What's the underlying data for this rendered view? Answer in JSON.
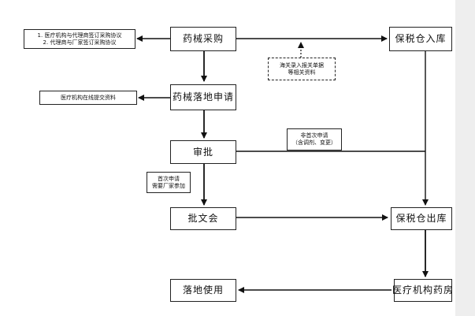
{
  "nodes": {
    "procurement": "药械采购",
    "bonded_entry": "保税仓入库",
    "landing_application": "药械落地申请",
    "approval": "审批",
    "approval_document": "批文会",
    "bonded_exit": "保税仓出库",
    "hospital_pharmacy": "医疗机构药房",
    "landing_use": "落地使用"
  },
  "notes": {
    "procurement_agreements": [
      "1. 医疗机构与代理商签订采购协议",
      "2. 代理商与厂家签订采购协议"
    ],
    "submit_materials": "医疗机构在线提交资料",
    "customs_filing": [
      "海关录入报关单据",
      "等相关资料"
    ],
    "non_first_application": [
      "非首次申请",
      "（含调剂、变更）"
    ],
    "first_application": [
      "首次申请",
      "需要厂家参加"
    ]
  },
  "colors": {
    "line": "#111111",
    "border": "#222222",
    "background": "#ffffff",
    "right_strip": "#eeeeee"
  }
}
